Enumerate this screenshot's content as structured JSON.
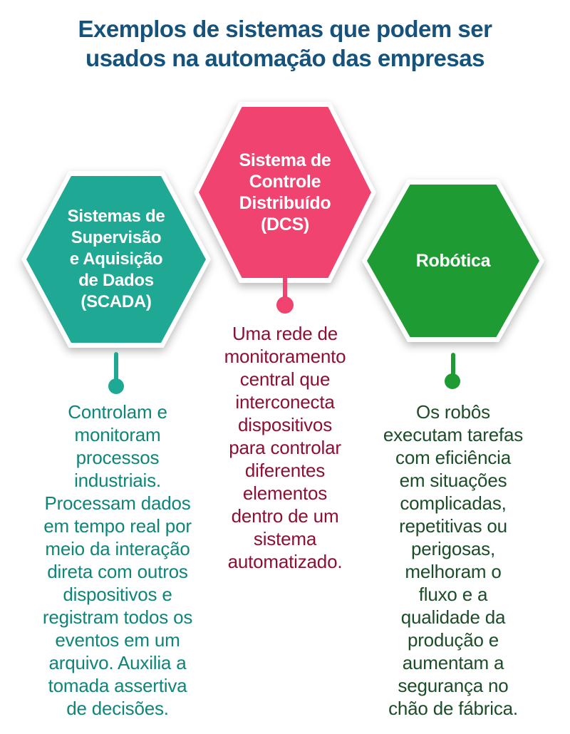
{
  "title": "Exemplos de sistemas que podem ser\nusados na automação das empresas",
  "colors": {
    "title_blue": "#15537D",
    "scada_teal": "#1FA893",
    "scada_text_teal": "#0F8577",
    "dcs_pink": "#F0436F",
    "dcs_text_maroon": "#8C1031",
    "robotica_green": "#1F9B33",
    "robotica_text_dark_green": "#1C4C28",
    "hex_border": "#FFFFFF",
    "background": "#FFFFFF"
  },
  "columns": [
    {
      "id": "scada",
      "hex_label": "Sistemas de\nSupervisão\ne Aquisição\nde Dados\n(SCADA)",
      "hex_color": "#1FA893",
      "description": "Controlam e\nmonitoram\nprocessos\nindustriais.\nProcessam dados\nem tempo real por\nmeio da interação\ndireta com outros\ndispositivos e\nregistram todos os\neventos em um\narquivo. Auxilia a\ntomada assertiva\nde decisões.",
      "text_color": "#0F8577"
    },
    {
      "id": "dcs",
      "hex_label": "Sistema de\nControle\nDistribuído\n(DCS)",
      "hex_color": "#F0436F",
      "description": "Uma rede de\nmonitoramento\ncentral que\ninterconecta\ndispositivos\npara controlar\ndiferentes\nelementos\ndentro de um\nsistema\nautomatizado.",
      "text_color": "#8C1031"
    },
    {
      "id": "robotica",
      "hex_label": "Robótica",
      "hex_color": "#1F9B33",
      "description": "Os robôs\nexecutam tarefas\ncom eficiência\nem situações\ncomplicadas,\nrepetitivas ou\nperigosas,\nmelhoram o\nfluxo e a\nqualidade da\nprodução e\naumentam a\nsegurança no\nchão de fábrica.",
      "text_color": "#1C4C28"
    }
  ]
}
